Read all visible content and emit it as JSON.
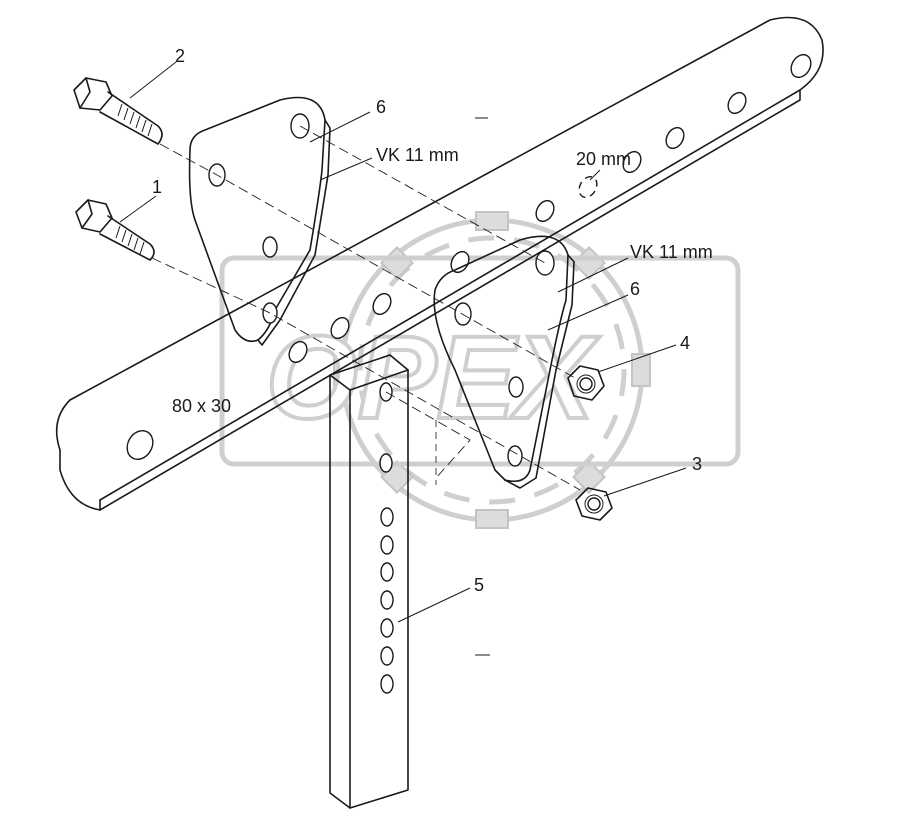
{
  "watermark": {
    "text": "OPEX"
  },
  "callouts": {
    "p1": "1",
    "p2": "2",
    "p3": "3",
    "p4": "4",
    "p5": "5",
    "p6_top": "6",
    "p6_mid": "6"
  },
  "dimensions": {
    "vk_upper": "VK 11 mm",
    "vk_lower": "VK 11 mm",
    "hole_size": "20 mm",
    "beam_section": "80 x 30"
  }
}
